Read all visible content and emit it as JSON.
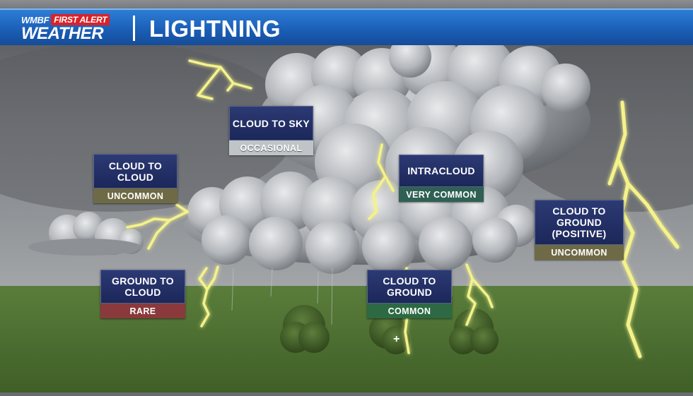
{
  "header": {
    "logo_station": "WMBF",
    "logo_first_alert": "FIRST ALERT",
    "logo_weather": "WEATHER",
    "title": "LIGHTNING"
  },
  "colors": {
    "header_blue": "#1b5fb8",
    "card_navy": "#23306a",
    "tag_occasional": "#bfc4c7",
    "tag_uncommon": "#6e6a45",
    "tag_very_common": "#2f6054",
    "tag_rare": "#8a3a3c",
    "tag_common": "#2d6a44",
    "lightning": "#f4f28a",
    "grass": "#4f7232"
  },
  "labels": {
    "cloud_to_sky": {
      "title": "CLOUD TO SKY",
      "frequency": "OCCASIONAL"
    },
    "cloud_to_cloud": {
      "title": "CLOUD TO CLOUD",
      "frequency": "UNCOMMON"
    },
    "intracloud": {
      "title": "INTRACLOUD",
      "frequency": "VERY COMMON"
    },
    "cloud_to_ground_positive": {
      "title": "CLOUD TO GROUND (POSITIVE)",
      "frequency": "UNCOMMON"
    },
    "ground_to_cloud": {
      "title": "GROUND TO CLOUD",
      "frequency": "RARE"
    },
    "cloud_to_ground": {
      "title": "CLOUD TO GROUND",
      "frequency": "COMMON"
    }
  },
  "scene": {
    "positive_charge_symbol": "+"
  }
}
